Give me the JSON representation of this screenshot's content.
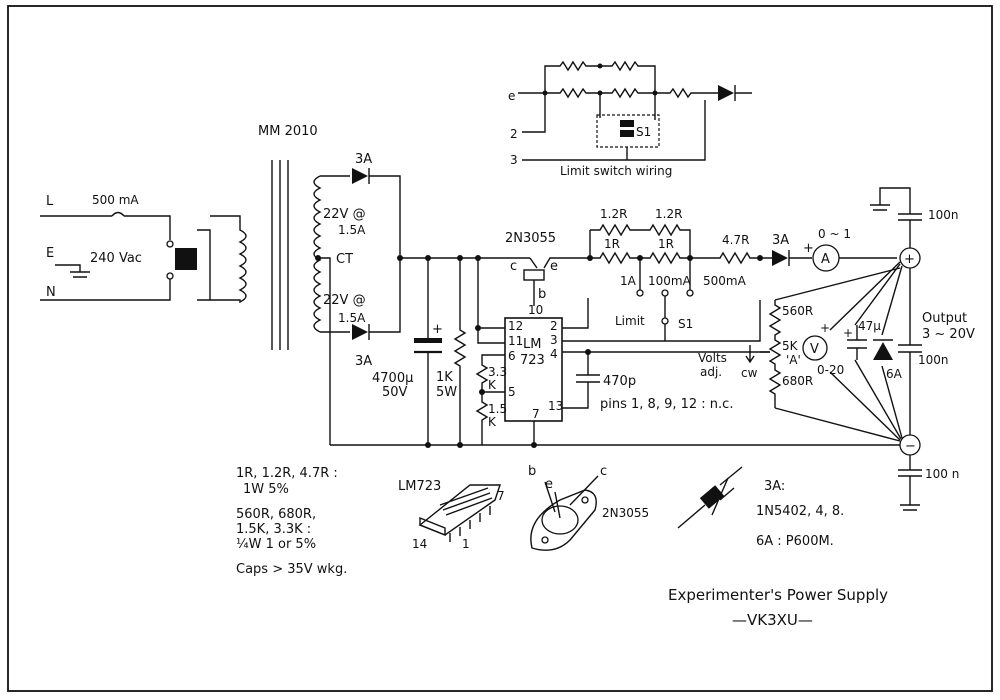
{
  "labels": {
    "transformer_model": "MM 2010",
    "line": "L",
    "earth": "E",
    "neutral": "N",
    "fuse_primary": "500 mA",
    "mains_voltage": "240 Vac",
    "fuse_3a_top": "3A",
    "fuse_3a_bottom": "3A",
    "secondary_top": "22V @",
    "secondary_top_current": "1.5A",
    "center_tap": "CT",
    "secondary_bottom": "22V @",
    "secondary_bottom_current": "1.5A",
    "cap_main": "4700µ",
    "cap_main_voltage": "50V",
    "bleeder": "1K",
    "bleeder_power": "5W",
    "pass_transistor": "2N3055",
    "transistor_c": "c",
    "transistor_e": "e",
    "transistor_b": "b",
    "regulator_top": "LM",
    "regulator_bottom": "723",
    "pin10": "10",
    "pin12": "12",
    "pin11": "11",
    "pin6": "6",
    "pin5": "5",
    "pin7": "7",
    "pin2": "2",
    "pin3": "3",
    "pin4": "4",
    "pin13": "13",
    "r_3k3": "3.3",
    "r_3k3_unit": "K",
    "r_1k5": "1.5",
    "r_1k5_unit": "K",
    "cap_470p": "470p",
    "pins_nc": "pins 1, 8, 9, 12 : n.c.",
    "r_1r2_a": "1.2R",
    "r_1r2_b": "1.2R",
    "r_1r_a": "1R",
    "r_1r_b": "1R",
    "r_4r7": "4.7R",
    "fuse_3a_out": "3A",
    "range_1a": "1A",
    "range_100ma": "100mA",
    "range_500ma": "500mA",
    "limit": "Limit",
    "s1": "S1",
    "ammeter_range": "0 ~ 1",
    "ammeter": "A",
    "r_560": "560R",
    "pot_5k": "5K",
    "pot_a": "'A'",
    "r_680": "680R",
    "volts_adj": "Volts",
    "volts_adj2": "adj.",
    "cw": "cw",
    "voltmeter": "V",
    "voltmeter_range": "0-20",
    "cap_47u": "47µ",
    "diode_6a": "6A",
    "cap_100n_top": "100n",
    "cap_100n_mid": "100n",
    "cap_100n_bottom": "100 n",
    "output": "Output",
    "output_range": "3 ~ 20V",
    "inset_e": "e",
    "inset_2": "2",
    "inset_3": "3",
    "inset_s1": "S1",
    "inset_caption": "Limit switch wiring",
    "notes_line1": "1R, 1.2R, 4.7R :",
    "notes_line2": "1W 5%",
    "notes_line3": "560R, 680R,",
    "notes_line4": "1.5K, 3.3K :",
    "notes_line5": "¼W 1 or 5%",
    "notes_line6": "Caps > 35V wkg.",
    "pkg_lm723": "LM723",
    "pkg_pin14": "14",
    "pkg_pin1": "1",
    "pkg_pin7": "7",
    "pkg_2n3055": "2N3055",
    "pkg_b": "b",
    "pkg_e": "e",
    "pkg_c": "c",
    "diode_3a": "3A:",
    "diode_3a_parts": "1N5402, 4, 8.",
    "diode_6a_part": "6A : P600M.",
    "title": "Experimenter's Power Supply",
    "author": "—VK3XU—"
  },
  "colors": {
    "ink": "#111111",
    "paper": "#ffffff"
  }
}
